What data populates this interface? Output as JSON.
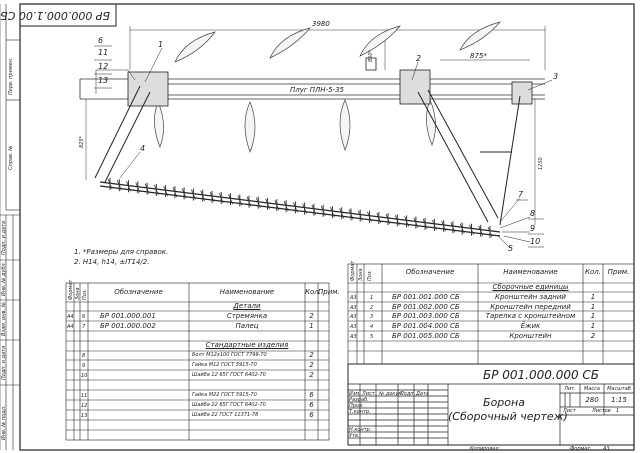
{
  "doc_number_rotated": "БР 000.000.1.00 СБ",
  "top_margin_label_1": "Перв. примен.",
  "top_margin_label_2": "Справ. №",
  "side_labels": [
    "Подп. и дата",
    "Инв. № дубл.",
    "Взам. инв. №",
    "Подп. и дата",
    "Инв. № подл."
  ],
  "dimensions": {
    "overall_width": "3980",
    "d850": "850*",
    "d875": "875*",
    "d825": "825*",
    "d1250": "1250",
    "beam_label": "Плуг ПЛН-5-35"
  },
  "balloons": [
    "1",
    "2",
    "3",
    "4",
    "5",
    "6",
    "7",
    "8",
    "9",
    "10",
    "11",
    "12",
    "13"
  ],
  "notes": [
    "1. *Размеры для справок.",
    "2. Н14, h14, ±IT14/2."
  ],
  "spec_left": {
    "headers": [
      "Формат",
      "Зона",
      "Поз.",
      "Обозначение",
      "Наименование",
      "Кол.",
      "Прим."
    ],
    "sections": {
      "details": "Детали",
      "standard": "Стандартные изделия"
    },
    "rows": [
      {
        "fmt": "А4",
        "pos": "6",
        "code": "БР 001.000.001",
        "name": "Стремянка",
        "qty": "2"
      },
      {
        "fmt": "А4",
        "pos": "7",
        "code": "БР 001.000.002",
        "name": "Палец",
        "qty": "1"
      },
      {
        "fmt": "",
        "pos": "8",
        "code": "",
        "name": "Болт М12х100 ГОСТ 7796-70",
        "qty": "2"
      },
      {
        "fmt": "",
        "pos": "9",
        "code": "",
        "name": "Гайка М12 ГОСТ 5915-70",
        "qty": "2"
      },
      {
        "fmt": "",
        "pos": "10",
        "code": "",
        "name": "Шайба 12 65Г ГОСТ 6402-70",
        "qty": "2"
      },
      {
        "fmt": "",
        "pos": "11",
        "code": "",
        "name": "Гайка М22 ГОСТ 5915-70",
        "qty": "6"
      },
      {
        "fmt": "",
        "pos": "12",
        "code": "",
        "name": "Шайба 22 65Г ГОСТ 6402-70",
        "qty": "6"
      },
      {
        "fmt": "",
        "pos": "13",
        "code": "",
        "name": "Шайба 22 ГОСТ 11371-78",
        "qty": "6"
      }
    ]
  },
  "spec_right": {
    "headers": [
      "Формат",
      "Зона",
      "Поз.",
      "Обозначение",
      "Наименование",
      "Кол.",
      "Прим."
    ],
    "section": "Сборочные единицы",
    "rows": [
      {
        "fmt": "А3",
        "pos": "1",
        "code": "БР 001.001.000 СБ",
        "name": "Кронштейн задний",
        "qty": "1"
      },
      {
        "fmt": "А3",
        "pos": "2",
        "code": "БР 001.002.000 СБ",
        "name": "Кронштейн передний",
        "qty": "1"
      },
      {
        "fmt": "А3",
        "pos": "3",
        "code": "БР 001.003.000 СБ",
        "name": "Тарелка с кронштейном",
        "qty": "1"
      },
      {
        "fmt": "А3",
        "pos": "4",
        "code": "БР 001.004.000 СБ",
        "name": "Ёжик",
        "qty": "1"
      },
      {
        "fmt": "А3",
        "pos": "5",
        "code": "БР 001.005.000 СБ",
        "name": "Кронштейн",
        "qty": "2"
      }
    ]
  },
  "title_block": {
    "designation": "БР 001.000.000 СБ",
    "name_line1": "Борона",
    "name_line2": "(Сборочный чертеж)",
    "lit_label": "Лит.",
    "mass_label": "Масса",
    "scale_label": "Масштаб",
    "mass_value": "280",
    "scale_value": "1:15",
    "sheet_label": "Лист",
    "sheets_label": "Листов",
    "sheets_value": "1",
    "col_headers": [
      "Изм.",
      "Лист",
      "№ докум.",
      "Подп.",
      "Дата"
    ],
    "roles": [
      "Разраб.",
      "Пров.",
      "Т.контр.",
      "",
      "Н.контр.",
      "Утв."
    ]
  },
  "footer": {
    "copied": "Копировал",
    "format_label": "Формат",
    "format_value": "А3"
  }
}
